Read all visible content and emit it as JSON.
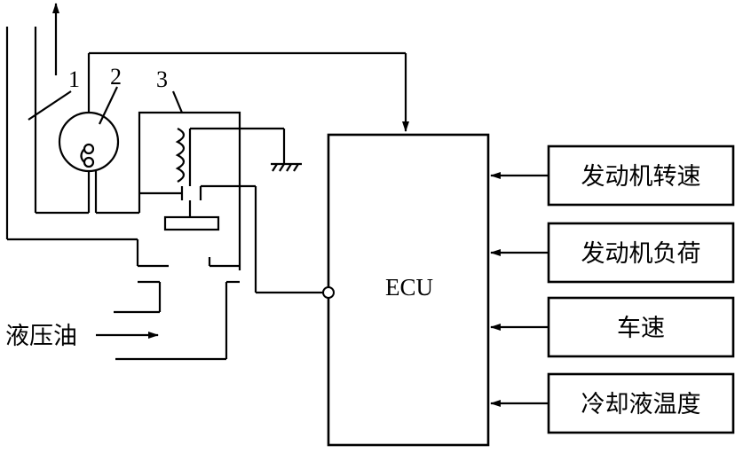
{
  "diagram": {
    "labels": {
      "part_1": "1",
      "part_2": "2",
      "part_3": "3",
      "ecu": "ECU",
      "hydraulic_oil": "液压油"
    },
    "inputs": [
      "发动机转速",
      "发动机负荷",
      "车速",
      "冷却液温度"
    ]
  }
}
